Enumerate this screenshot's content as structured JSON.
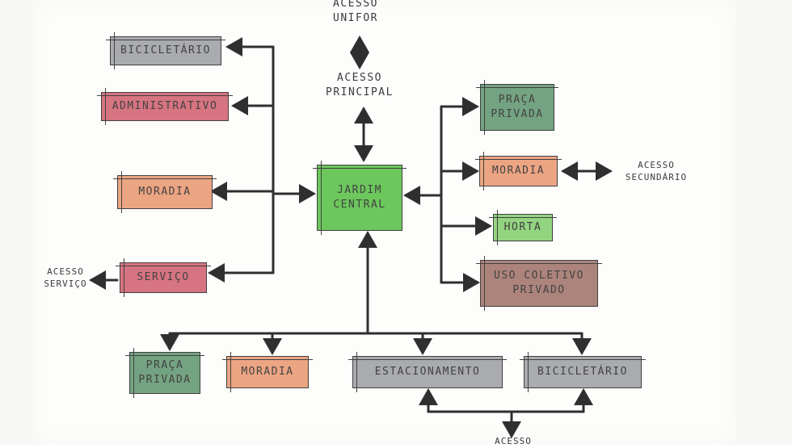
{
  "colors": {
    "gray": "#a6a8ac",
    "red": "#d66f7d",
    "orange": "#eca27f",
    "green": "#6fa07d",
    "light_green": "#8fd37b",
    "bright_green": "#67c556",
    "mauve": "#a98077",
    "line": "#2f2f2f"
  },
  "access": {
    "unifor": "ACESSO UNIFOR",
    "principal": "ACESSO PRINCIPAL",
    "secundario": "ACESSO SECUNDÁRIO",
    "servico": "ACESSO SERVIÇO",
    "bottom": "ACESSO"
  },
  "center": {
    "label": "JARDIM CENTRAL"
  },
  "left": {
    "bicicletario": "BICICLETÁRIO",
    "administrativo": "ADMINISTRATIVO",
    "moradia": "MORADIA",
    "servico": "SERVIÇO"
  },
  "right": {
    "praca": "PRAÇA PRIVADA",
    "moradia": "MORADIA",
    "horta": "HORTA",
    "uso_coletivo": "USO COLETIVO PRIVADO"
  },
  "bottom": {
    "praca": "PRAÇA PRIVADA",
    "moradia": "MORADIA",
    "estacionamento": "ESTACIONAMENTO",
    "bicicletario": "BICICLETÁRIO"
  }
}
